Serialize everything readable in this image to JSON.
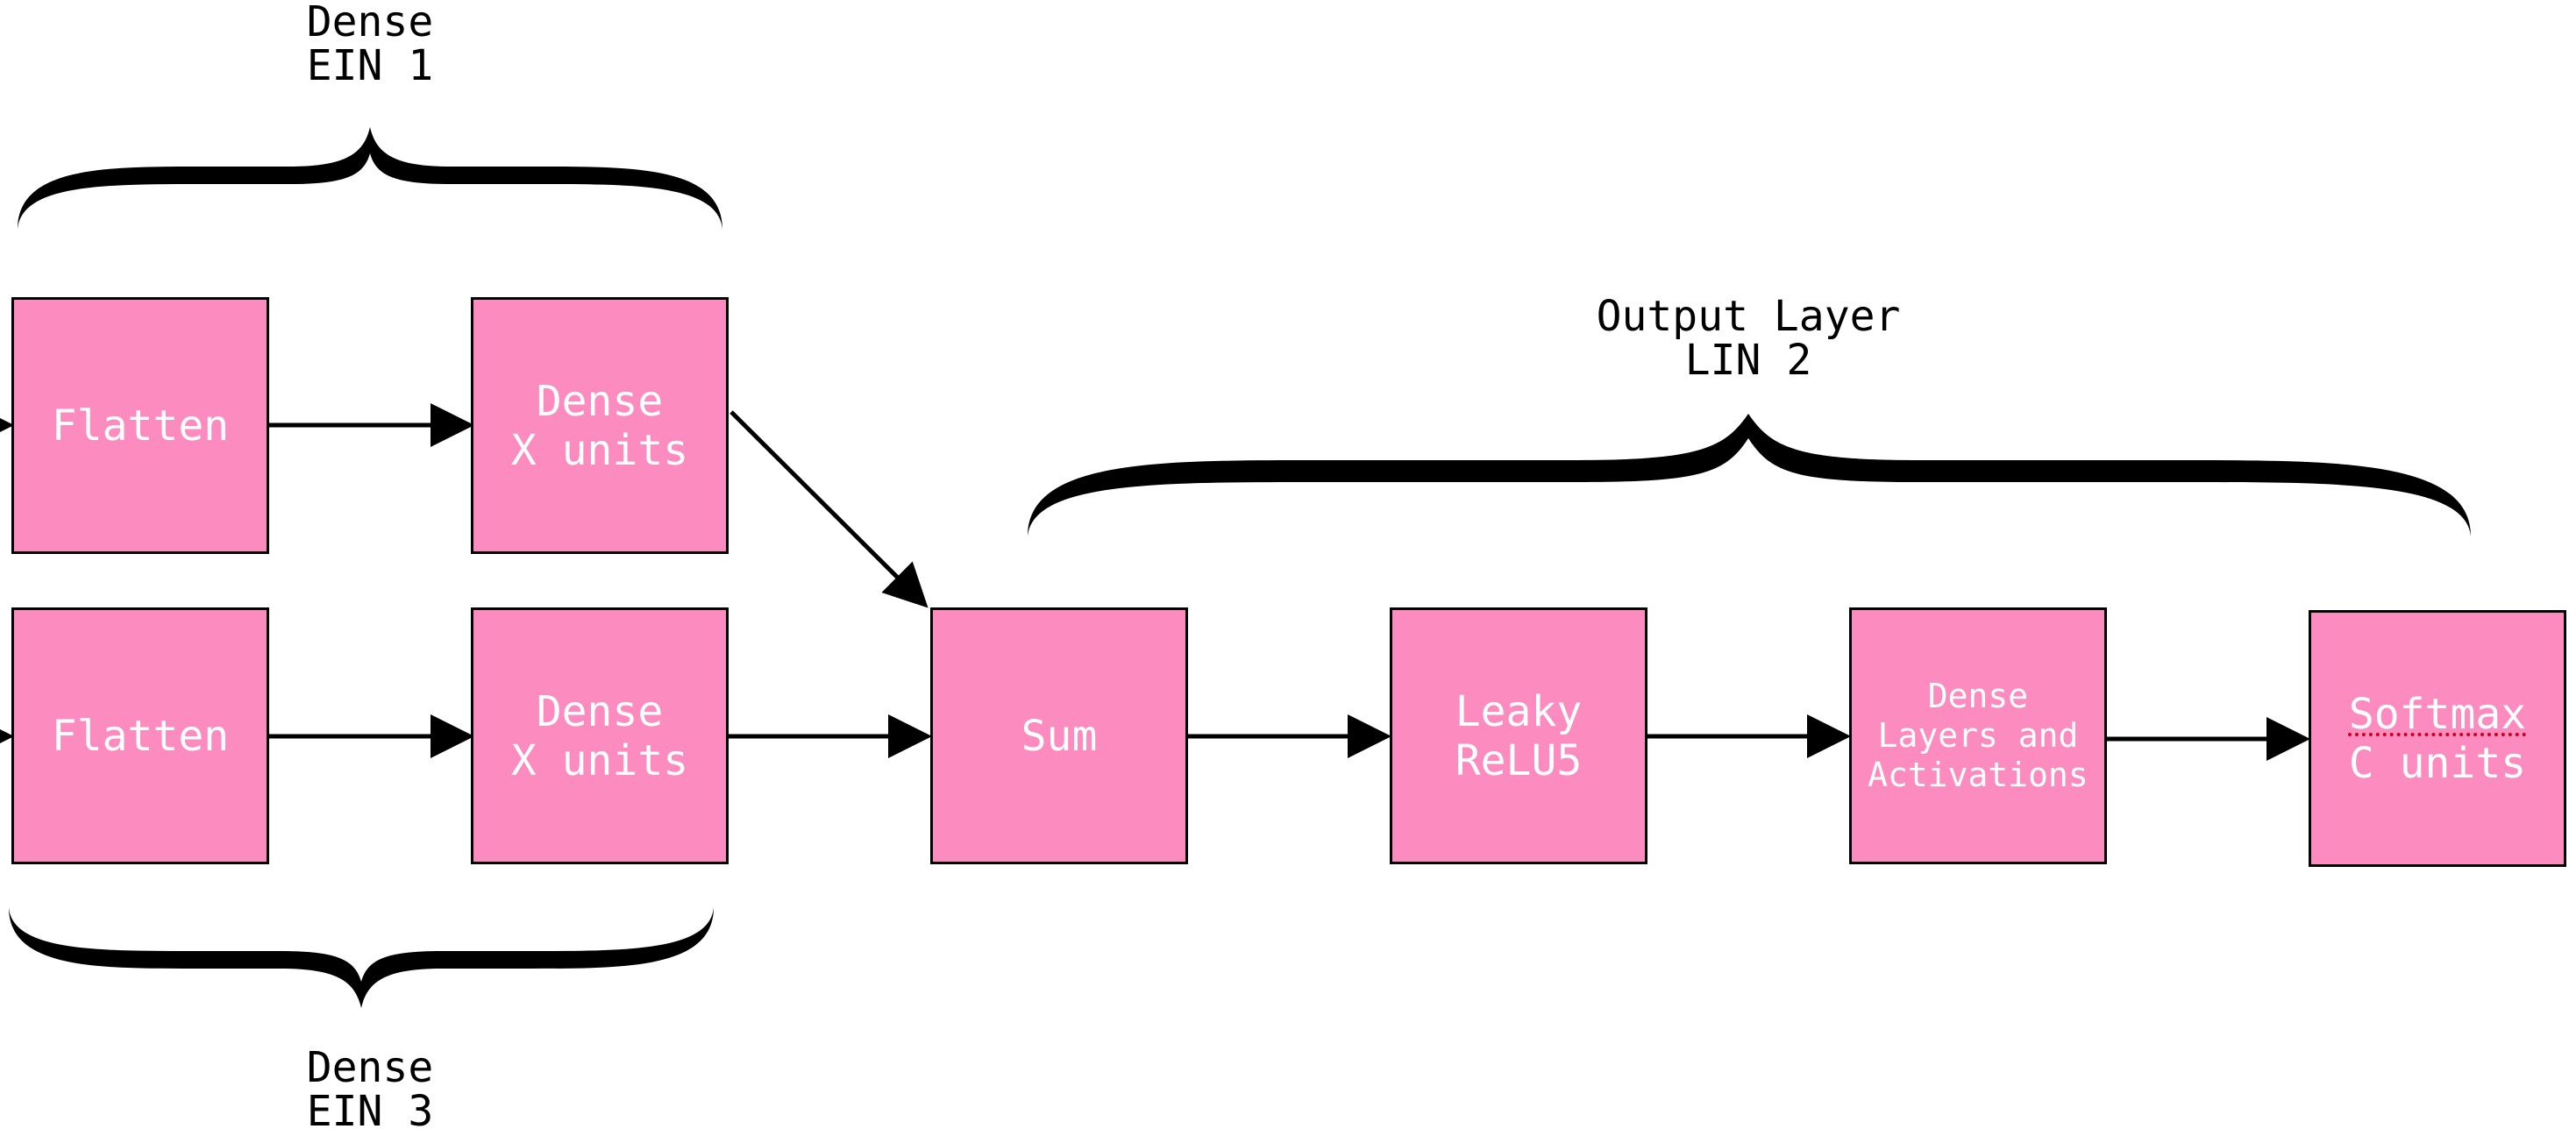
{
  "diagram": {
    "colors": {
      "node_fill": "#fc8bc0",
      "node_text": "#ffffff",
      "stroke": "#000000",
      "spell_underline": "#d0021b"
    },
    "nodes": {
      "flatten_top": {
        "lines": [
          "Flatten"
        ]
      },
      "dense_top": {
        "lines": [
          "Dense",
          "X units"
        ]
      },
      "flatten_bottom": {
        "lines": [
          "Flatten"
        ]
      },
      "dense_bottom": {
        "lines": [
          "Dense",
          "X units"
        ]
      },
      "sum": {
        "lines": [
          "Sum"
        ]
      },
      "leaky": {
        "lines": [
          "Leaky",
          "ReLU5"
        ]
      },
      "dense_layers": {
        "lines": [
          "Dense",
          "Layers and",
          "Activations"
        ]
      },
      "softmax": {
        "lines": [
          "Softmax",
          "C units"
        ]
      }
    },
    "brace_labels": {
      "top": {
        "lines": [
          "Dense",
          "EIN 1"
        ]
      },
      "bottom": {
        "lines": [
          "Dense",
          "EIN 3"
        ]
      },
      "output": {
        "lines": [
          "Output Layer",
          "LIN 2"
        ]
      }
    }
  }
}
